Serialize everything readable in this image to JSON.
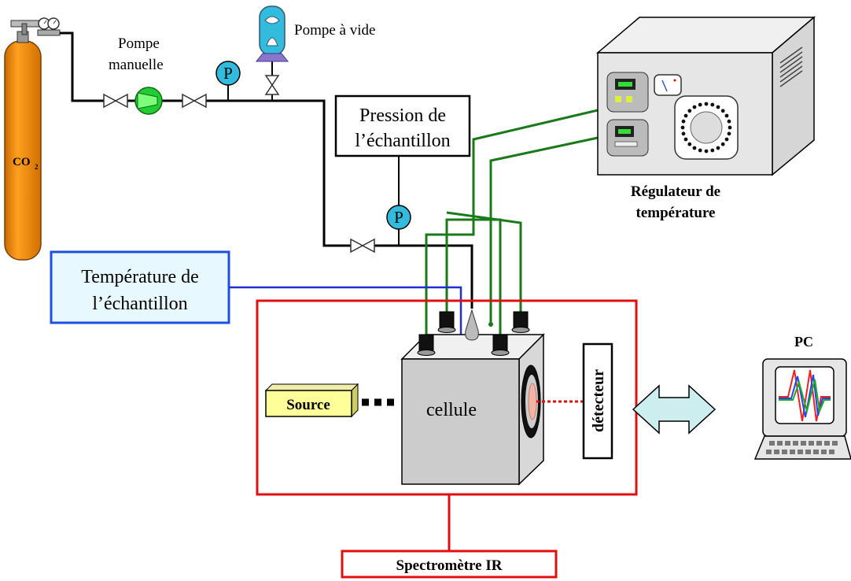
{
  "labels": {
    "co2": "CO",
    "co2_sub": "2",
    "manual_pump_line1": "Pompe",
    "manual_pump_line2": "manuelle",
    "vacuum_pump": "Pompe à vide",
    "pressure_symbol": "P",
    "sample_pressure_line1": "Pression de",
    "sample_pressure_line2": "l’échantillon",
    "sample_temp_line1": "Température de",
    "sample_temp_line2": "l’échantillon",
    "temp_controller_line1": "Régulateur de",
    "temp_controller_line2": "température",
    "source": "Source",
    "cell": "cellule",
    "detector": "détecteur",
    "spectrometer": "Spectromètre IR",
    "pc": "PC"
  },
  "colors": {
    "pipe": "#000000",
    "thermal_lines": "#1a7a1a",
    "temperature_line": "#1f2fd0",
    "spectrometer_frame": "#e01010",
    "temp_box_border": "#1f4fe0",
    "temp_box_fill": "#e8f8ff",
    "cylinder": "#f08a00",
    "pressure_gauge": "#33bbdd",
    "manual_pump": "#22cc33",
    "source_fill": "#ffff99",
    "cell_fill": "#cccccc",
    "arrow_fill": "#cceeee"
  },
  "icons": [
    "gas-cylinder-icon",
    "valve-icon",
    "pump-icon",
    "vacuum-pump-icon",
    "pressure-gauge-icon",
    "temperature-controller-icon",
    "computer-icon",
    "double-arrow-icon"
  ]
}
